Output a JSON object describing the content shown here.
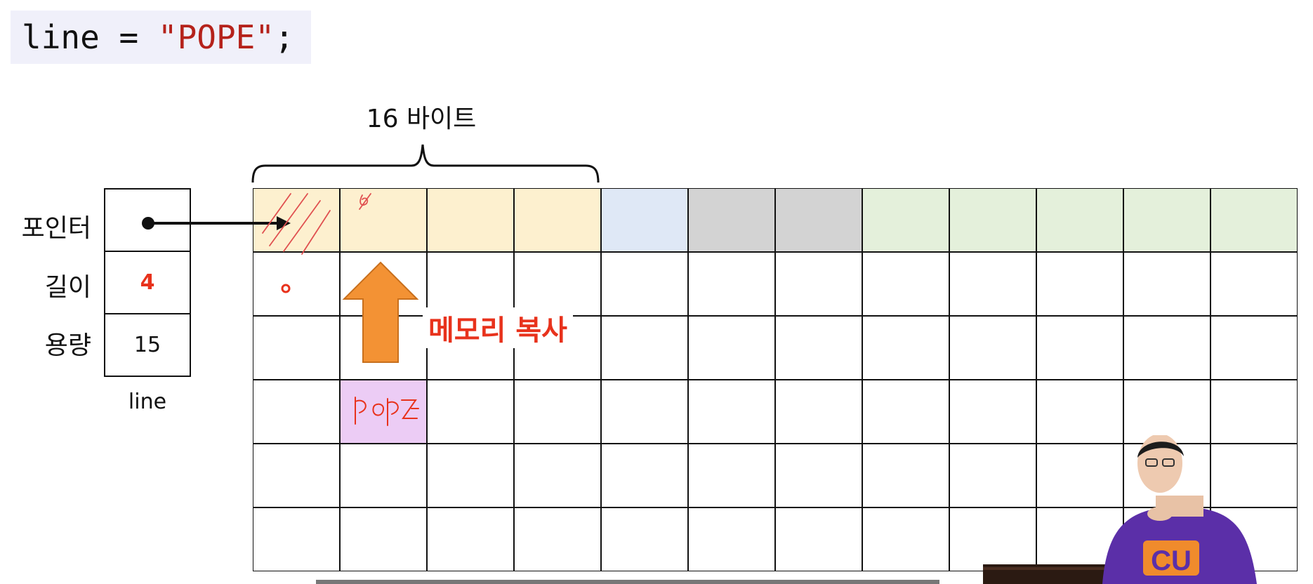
{
  "code": {
    "prefix": "line = ",
    "string": "\"POPE\"",
    "suffix": ";"
  },
  "bytes_label": "16 바이트",
  "struct": {
    "labels": {
      "pointer": "포인터",
      "length": "길이",
      "capacity": "용량"
    },
    "length_value": "4",
    "capacity_value": "15",
    "name": "line"
  },
  "annotation": {
    "copy_label": "메모리 복사",
    "handwritten": "popz"
  },
  "grid": {
    "cols": 12,
    "rows": 6,
    "row0_colors": [
      "#fdf0cf",
      "#fdf0cf",
      "#fdf0cf",
      "#fdf0cf",
      "#dfe8f6",
      "#d3d3d3",
      "#d3d3d3",
      "#e4f0db",
      "#e4f0db",
      "#e4f0db",
      "#e4f0db",
      "#e4f0db"
    ],
    "highlight": {
      "row": 3,
      "col": 1,
      "color": "#ecccf5"
    }
  },
  "colors": {
    "accent_red": "#e8321c",
    "arrow_orange": "#f39234",
    "string_red": "#b5221b"
  },
  "presenter": {
    "shirt_text": "CU"
  }
}
